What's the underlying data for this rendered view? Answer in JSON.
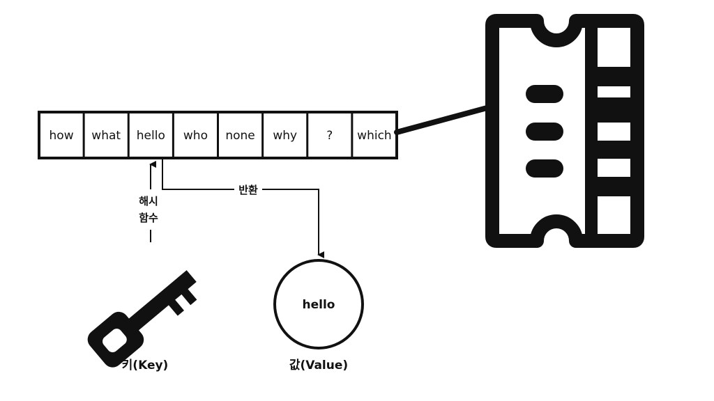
{
  "hash_table": {
    "cells": [
      {
        "label": "how"
      },
      {
        "label": "what"
      },
      {
        "label": "hello"
      },
      {
        "label": "who"
      },
      {
        "label": "none"
      },
      {
        "label": "why"
      },
      {
        "label": "?"
      },
      {
        "label": "which"
      }
    ]
  },
  "hash_function": {
    "line1": "해시",
    "line2": "함수"
  },
  "return_label": "반환",
  "key": {
    "label": "키(Key)",
    "icon": "key-icon"
  },
  "value": {
    "text": "hello",
    "label": "값(Value)"
  },
  "memory": {
    "icon": "ram-chip-icon"
  },
  "colors": {
    "stroke": "#111111",
    "background": "#ffffff"
  }
}
